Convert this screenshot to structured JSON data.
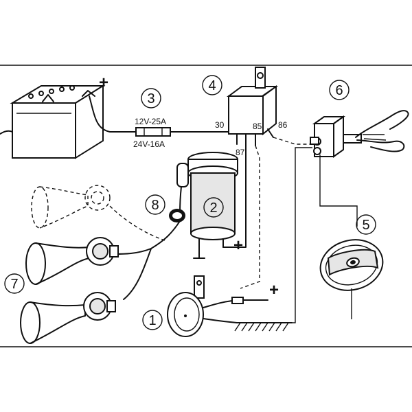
{
  "callouts": [
    "1",
    "2",
    "3",
    "4",
    "5",
    "6",
    "7",
    "8"
  ],
  "fuse_labels": {
    "rating_12v": "12V-25A",
    "rating_24v": "24V-16A"
  },
  "relay_pins": {
    "p30": "30",
    "p85": "85",
    "p86": "86",
    "p87": "87"
  },
  "polarity": {
    "plus": "+"
  }
}
